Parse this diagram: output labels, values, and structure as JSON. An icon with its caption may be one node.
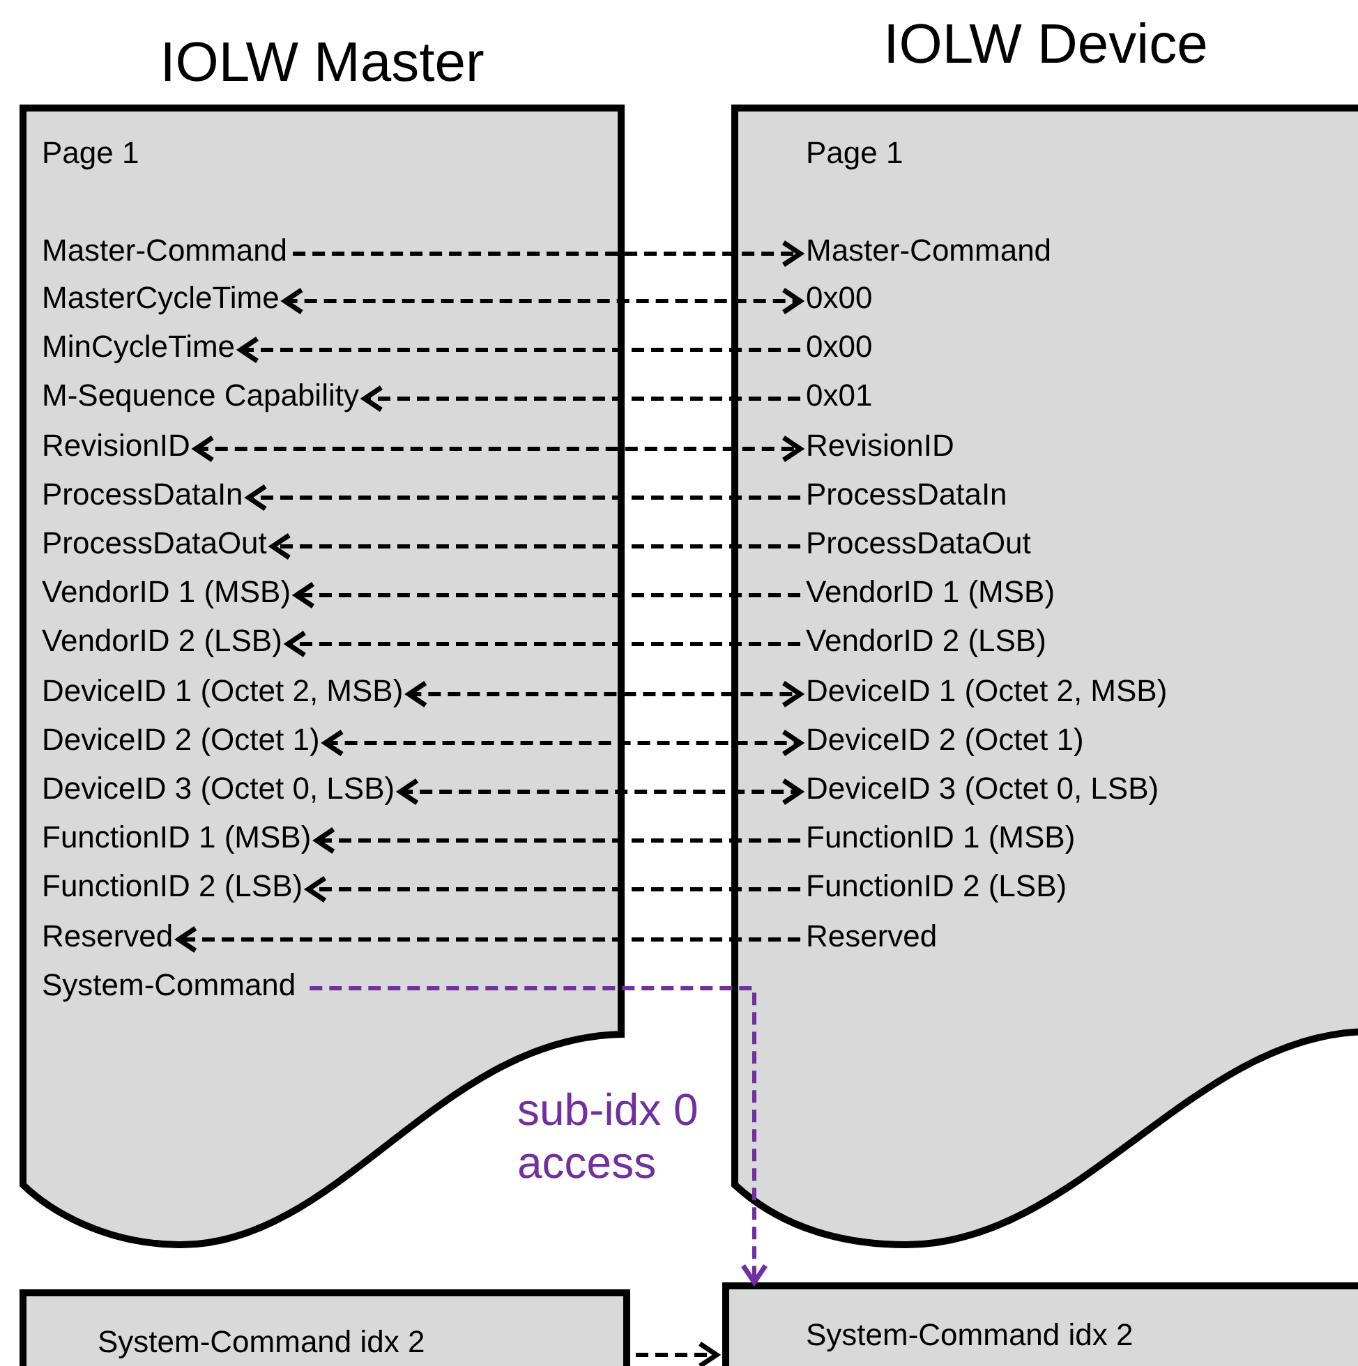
{
  "diagram": {
    "nodes": [
      {
        "text": [
          "IOLW Master",
          "Page 1"
        ]
      },
      {
        "text": [
          "Master-Command"
        ],
        "in": 0
      },
      {
        "text": [
          "MasterCycleTime"
        ],
        "in": 0
      },
      {
        "text": [
          "MinCycleTime"
        ],
        "in": 0
      },
      {
        "text": [
          "M-Sequence Capability"
        ],
        "in": 0
      },
      {
        "text": [
          "RevisionID"
        ],
        "in": 0
      },
      {
        "text": [
          "ProcessDataIn"
        ],
        "in": 0
      },
      {
        "text": [
          "ProcessDataOut"
        ],
        "in": 0
      },
      {
        "text": [
          "VendorID 1 (MSB)"
        ],
        "in": 0
      },
      {
        "text": [
          "VendorID 2 (LSB)"
        ],
        "in": 0
      },
      {
        "text": [
          "DeviceID 1 (Octet 2, MSB)"
        ],
        "in": 0
      },
      {
        "text": [
          "DeviceID 2 (Octet 1)"
        ],
        "in": 0
      },
      {
        "text": [
          "DeviceID 3 (Octet 0, LSB)"
        ],
        "in": 0
      },
      {
        "text": [
          "FunctionID 1 (MSB)"
        ],
        "in": 0
      },
      {
        "text": [
          "FunctionID 2 (LSB)"
        ],
        "in": 0
      },
      {
        "text": [
          "Reserved"
        ],
        "in": 0
      },
      {
        "text": [
          "System-Command"
        ],
        "in": 0
      },
      {
        "text": [
          "IOLW Device",
          "Page 1"
        ]
      },
      {
        "text": [
          "Master-Command"
        ],
        "in": 17
      },
      {
        "text": [
          "0x00"
        ],
        "in": 17
      },
      {
        "text": [
          "0x00"
        ],
        "in": 17
      },
      {
        "text": [
          "0x01"
        ],
        "in": 17
      },
      {
        "text": [
          "RevisionID"
        ],
        "in": 17
      },
      {
        "text": [
          "ProcessDataIn"
        ],
        "in": 17
      },
      {
        "text": [
          "ProcessDataOut"
        ],
        "in": 17
      },
      {
        "text": [
          "VendorID 1 (MSB)"
        ],
        "in": 17
      },
      {
        "text": [
          "VendorID 2 (LSB)"
        ],
        "in": 17
      },
      {
        "text": [
          "DeviceID 1 (Octet 2, MSB)"
        ],
        "in": 17
      },
      {
        "text": [
          "DeviceID 2 (Octet 1)"
        ],
        "in": 17
      },
      {
        "text": [
          "DeviceID 3 (Octet 0, LSB)"
        ],
        "in": 17
      },
      {
        "text": [
          "FunctionID 1 (MSB)"
        ],
        "in": 17
      },
      {
        "text": [
          "FunctionID 2 (LSB)"
        ],
        "in": 17
      },
      {
        "text": [
          "Reserved"
        ],
        "in": 17
      },
      {
        "text": [
          "System-Command idx 2"
        ]
      },
      {
        "text": [
          "System-Command idx 2"
        ]
      }
    ],
    "edges": [
      {
        "from": 1,
        "to": 18,
        "arrow": "to",
        "style": "dashed"
      },
      {
        "from": 2,
        "to": 19,
        "arrow": "both",
        "style": "dashed"
      },
      {
        "from": 20,
        "to": 3,
        "arrow": "to",
        "style": "dashed"
      },
      {
        "from": 21,
        "to": 4,
        "arrow": "to",
        "style": "dashed"
      },
      {
        "from": 5,
        "to": 22,
        "arrow": "both",
        "style": "dashed"
      },
      {
        "from": 23,
        "to": 6,
        "arrow": "to",
        "style": "dashed"
      },
      {
        "from": 24,
        "to": 7,
        "arrow": "to",
        "style": "dashed"
      },
      {
        "from": 25,
        "to": 8,
        "arrow": "to",
        "style": "dashed"
      },
      {
        "from": 26,
        "to": 9,
        "arrow": "to",
        "style": "dashed"
      },
      {
        "from": 10,
        "to": 27,
        "arrow": "both",
        "style": "dashed"
      },
      {
        "from": 11,
        "to": 28,
        "arrow": "both",
        "style": "dashed"
      },
      {
        "from": 12,
        "to": 29,
        "arrow": "both",
        "style": "dashed"
      },
      {
        "from": 30,
        "to": 13,
        "arrow": "to",
        "style": "dashed"
      },
      {
        "from": 31,
        "to": 14,
        "arrow": "to",
        "style": "dashed"
      },
      {
        "from": 32,
        "to": 15,
        "arrow": "to",
        "style": "dashed"
      },
      {
        "from": 16,
        "to": 34,
        "arrow": "to",
        "style": "dashed",
        "color": "#7030a0",
        "label": "sub-idx 0 access"
      },
      {
        "from": 33,
        "to": 34,
        "arrow": "to",
        "style": "dashed"
      }
    ]
  }
}
